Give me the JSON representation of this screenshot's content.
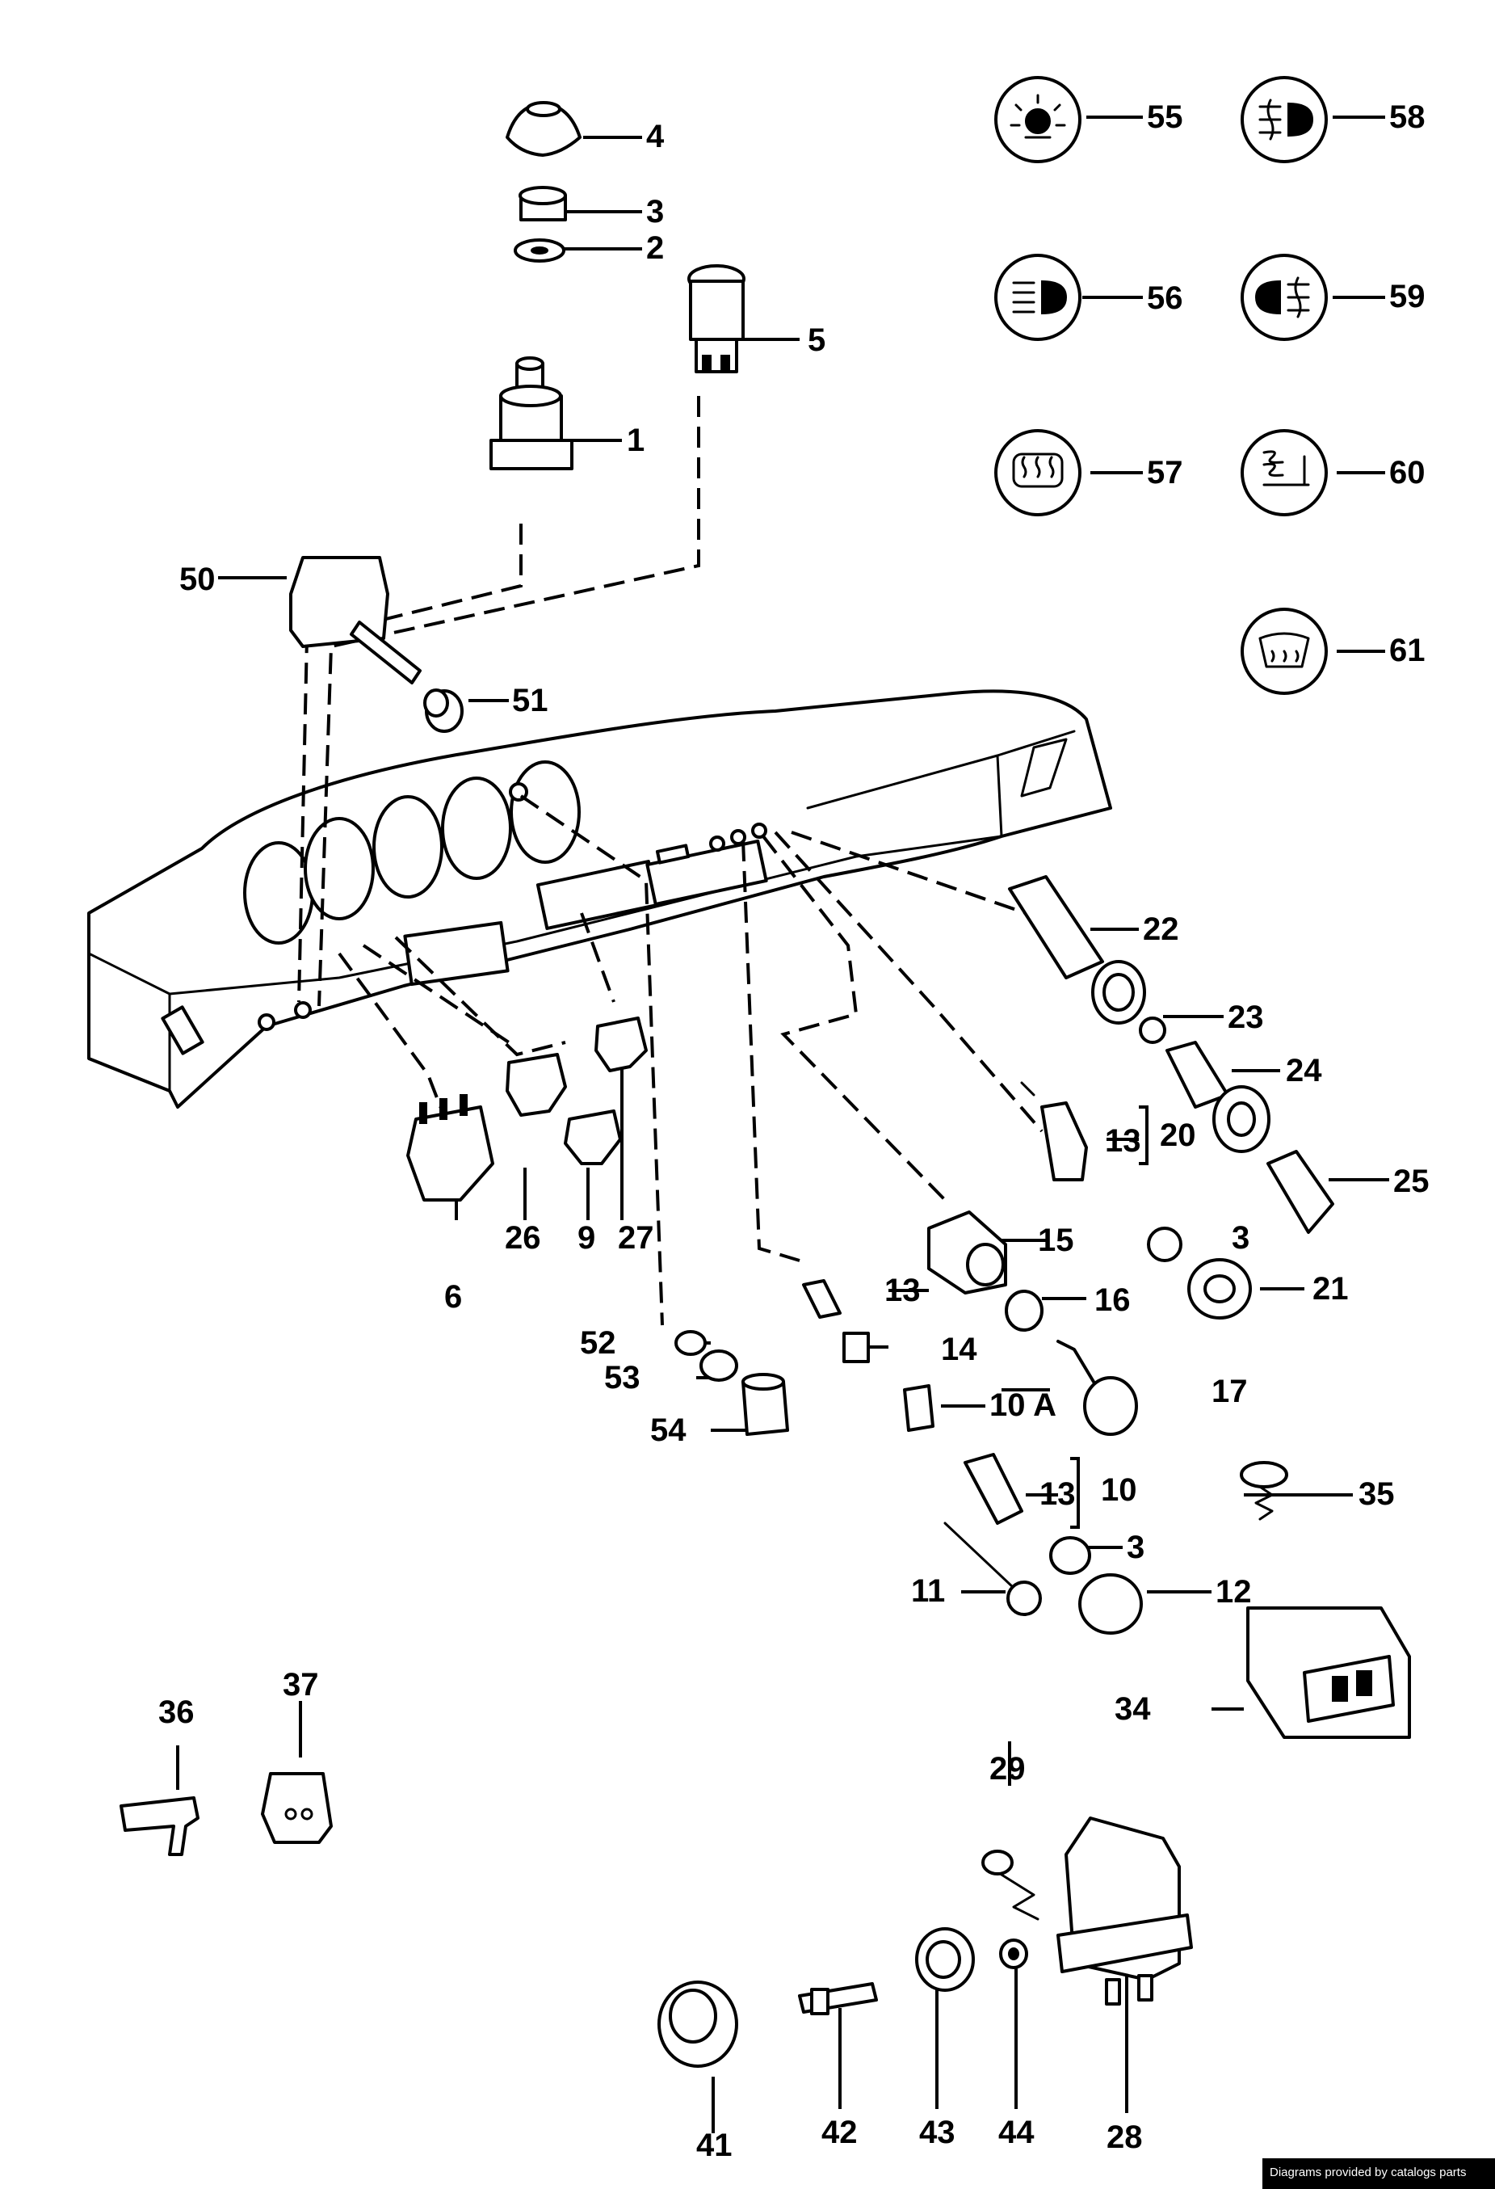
{
  "diagram": {
    "part_numbers": {
      "p1": "1",
      "p2": "2",
      "p3": "3",
      "p3b": "3",
      "p3c": "3",
      "p4": "4",
      "p5": "5",
      "p6": "6",
      "p9": "9",
      "p10": "10",
      "p10a": "10 A",
      "p11": "11",
      "p12": "12",
      "p13a": "13",
      "p13b": "13",
      "p13c": "13",
      "p14": "14",
      "p15": "15",
      "p16": "16",
      "p17": "17",
      "p20": "20",
      "p21": "21",
      "p22": "22",
      "p23": "23",
      "p24": "24",
      "p25": "25",
      "p26": "26",
      "p27": "27",
      "p28": "28",
      "p29": "29",
      "p34": "34",
      "p35": "35",
      "p36": "36",
      "p37": "37",
      "p41": "41",
      "p42": "42",
      "p43": "43",
      "p44": "44",
      "p50": "50",
      "p51": "51",
      "p52": "52",
      "p53": "53",
      "p54": "54",
      "p55": "55",
      "p56": "56",
      "p57": "57",
      "p58": "58",
      "p59": "59",
      "p60": "60",
      "p61": "61"
    },
    "symbol_icons": {
      "s55": "interior-light-icon",
      "s56": "headlight-icon",
      "s57": "rear-window-defrost-icon",
      "s58": "rear-fog-light-icon",
      "s59": "front-fog-light-icon",
      "s60": "seat-heater-icon",
      "s61": "windshield-defrost-icon"
    }
  },
  "footer": {
    "credit": "Diagrams provided by catalogs parts"
  },
  "colors": {
    "line": "#000000",
    "background": "#ffffff",
    "credit_bg": "#000000",
    "credit_text": "#ffffff"
  }
}
